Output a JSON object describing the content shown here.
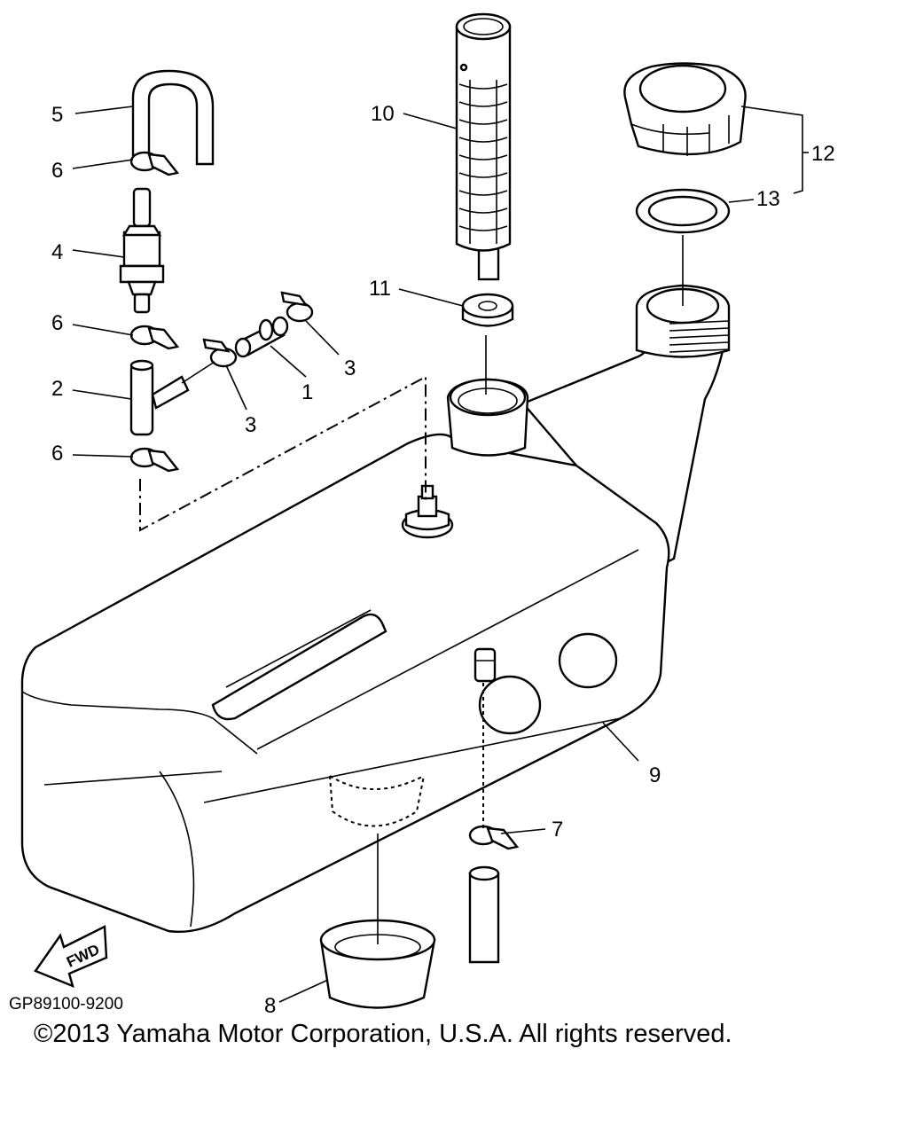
{
  "diagram": {
    "callouts": {
      "c1": "1",
      "c2": "2",
      "c3a": "3",
      "c3b": "3",
      "c4": "4",
      "c5": "5",
      "c6a": "6",
      "c6b": "6",
      "c6c": "6",
      "c7": "7",
      "c8": "8",
      "c9": "9",
      "c10": "10",
      "c11": "11",
      "c12": "12",
      "c13": "13"
    },
    "fwd_label": "FWD",
    "diagram_code": "GP89100-9200"
  },
  "footer": {
    "copyright": "©2013 Yamaha Motor Corporation, U.S.A. All rights reserved."
  }
}
